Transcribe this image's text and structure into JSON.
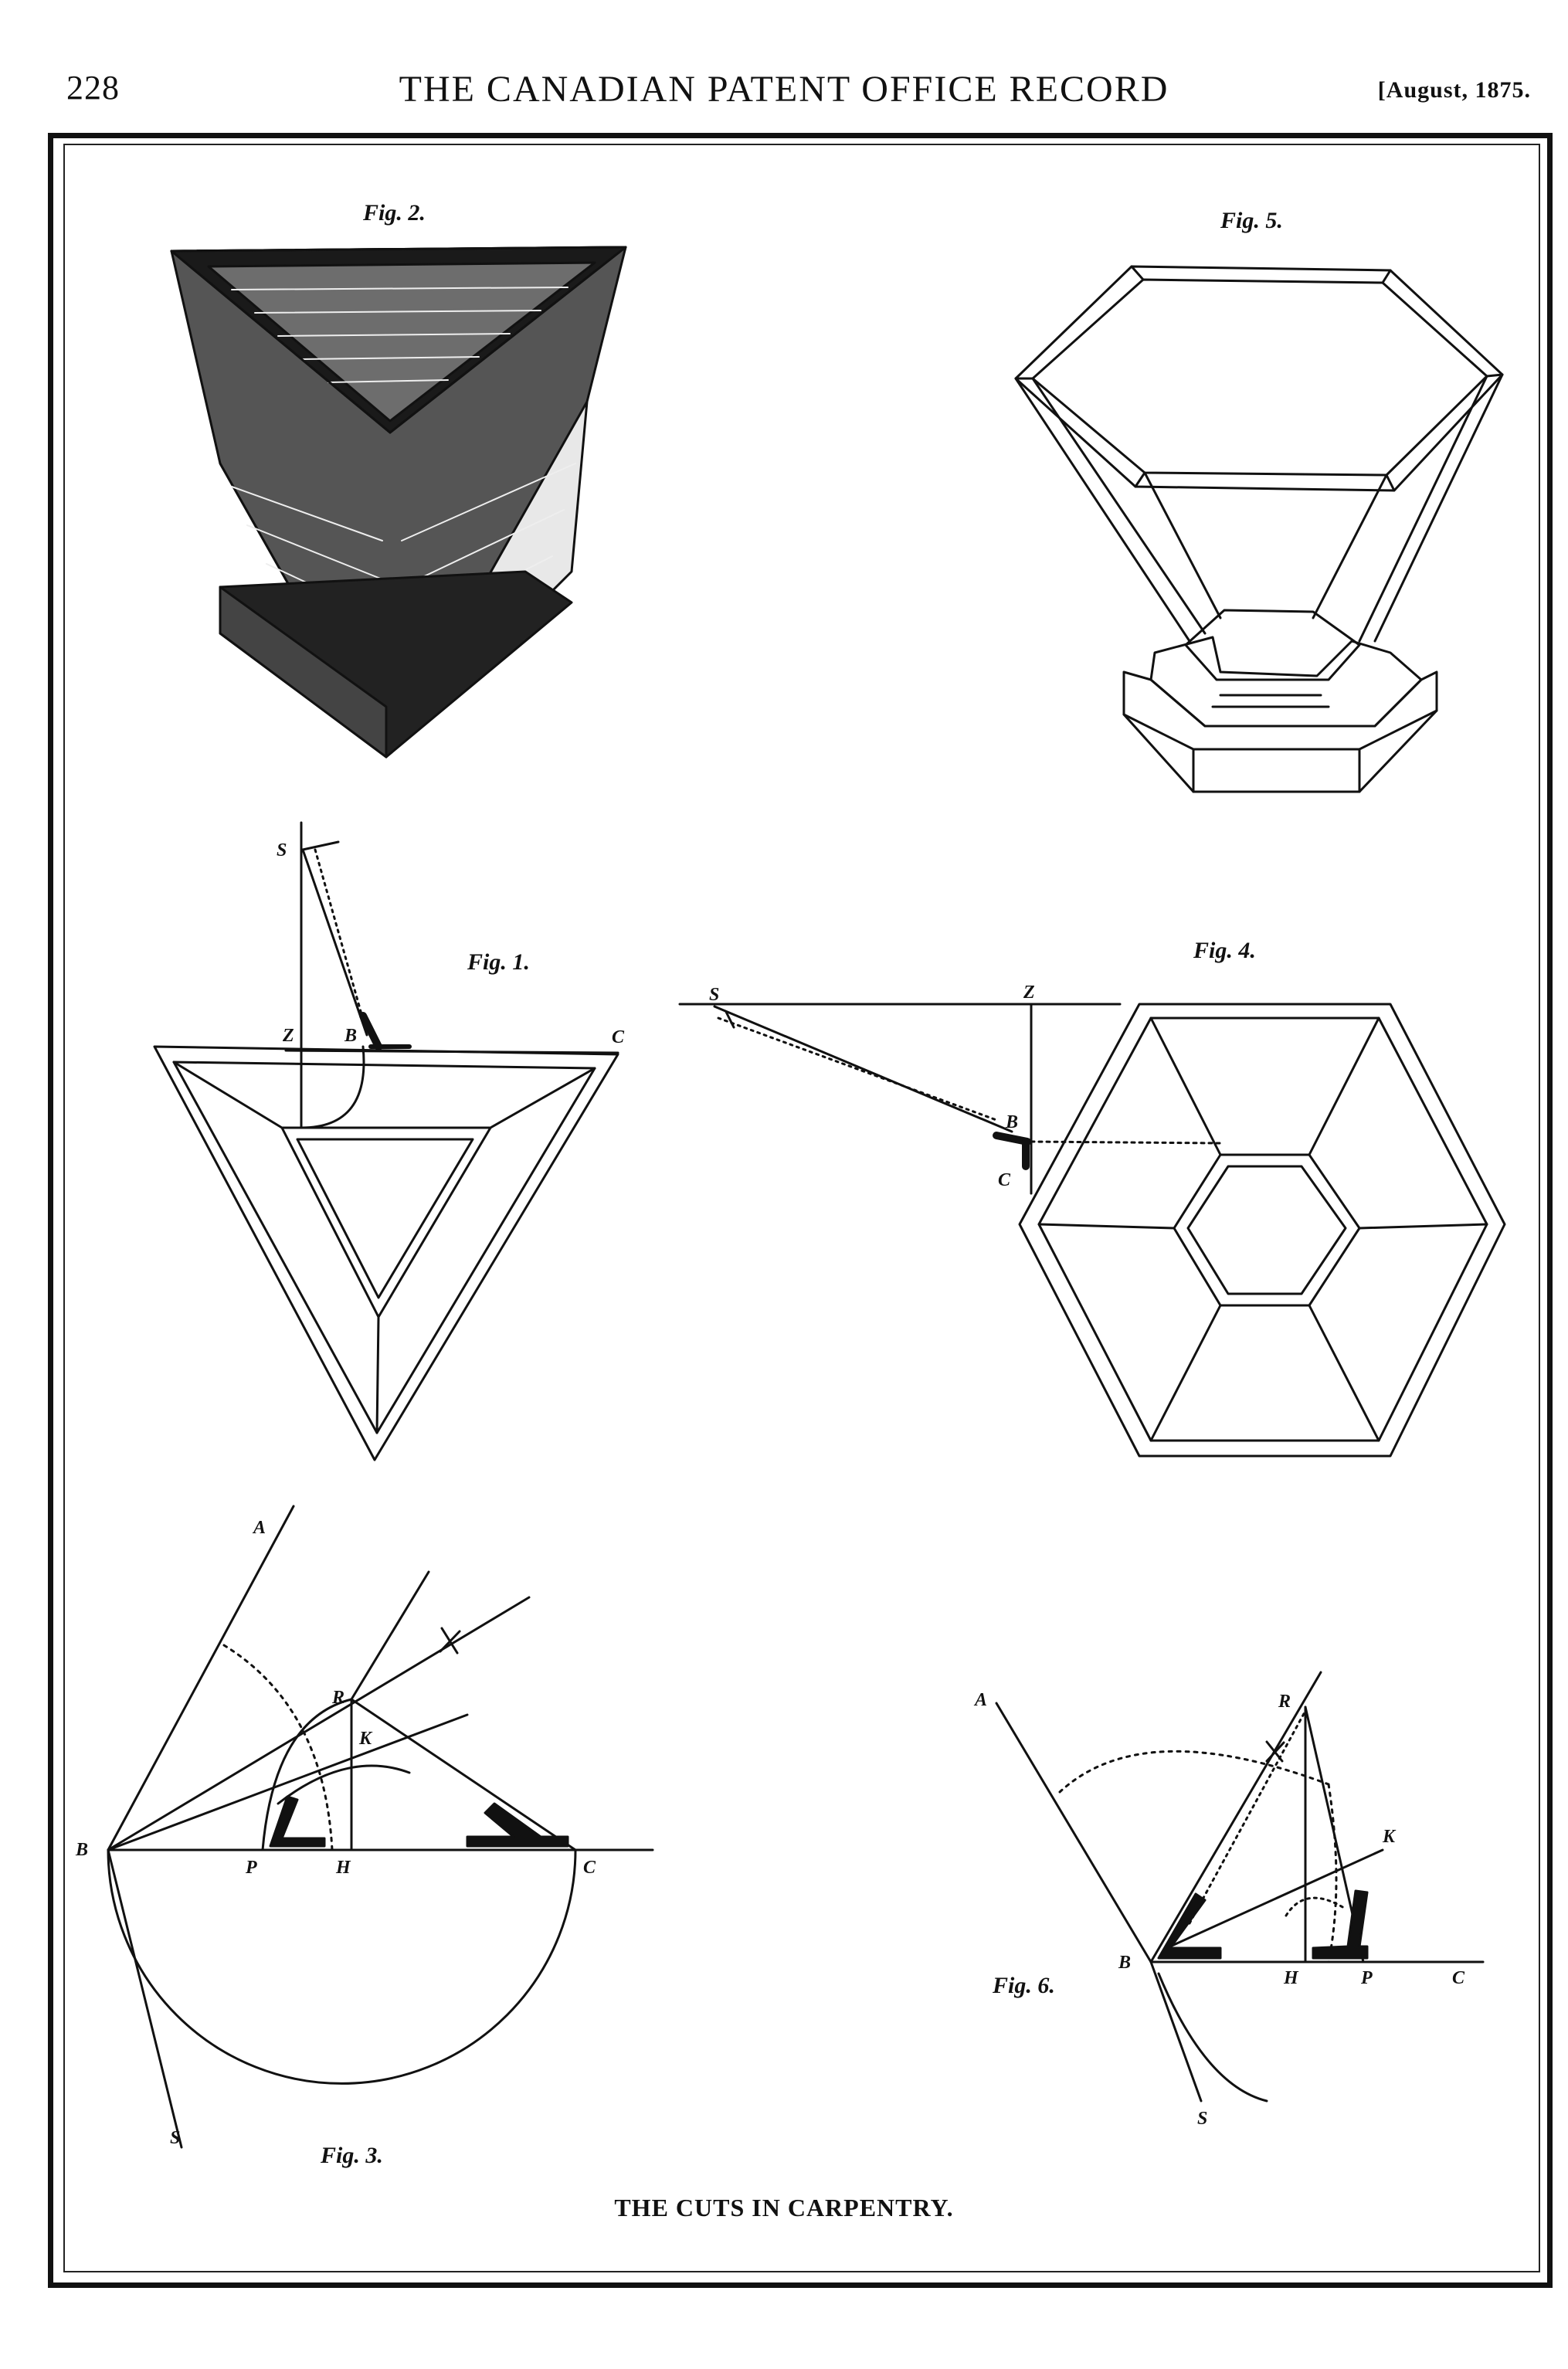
{
  "header": {
    "page_number": "228",
    "journal_title": "THE CANADIAN PATENT OFFICE RECORD",
    "issue_date": "[August, 1875."
  },
  "plate": {
    "caption": "THE CUTS IN CARPENTRY.",
    "figures": {
      "fig1": "Fig. 1.",
      "fig2": "Fig. 2.",
      "fig3": "Fig. 3.",
      "fig4": "Fig. 4.",
      "fig5": "Fig. 5.",
      "fig6": "Fig. 6."
    },
    "points": {
      "fig1": {
        "s": "S",
        "z": "Z",
        "b": "B",
        "c": "C"
      },
      "fig4": {
        "s": "S",
        "z": "Z",
        "b": "B",
        "c": "C"
      },
      "fig3": {
        "a": "A",
        "b": "B",
        "r": "R",
        "k": "K",
        "p": "P",
        "h": "H",
        "c": "C",
        "s": "S"
      },
      "fig6": {
        "a": "A",
        "r": "R",
        "k": "K",
        "b": "B",
        "h": "H",
        "p": "P",
        "c": "C",
        "s": "S"
      }
    }
  },
  "colors": {
    "ink": "#111111",
    "paper": "#ffffff"
  }
}
